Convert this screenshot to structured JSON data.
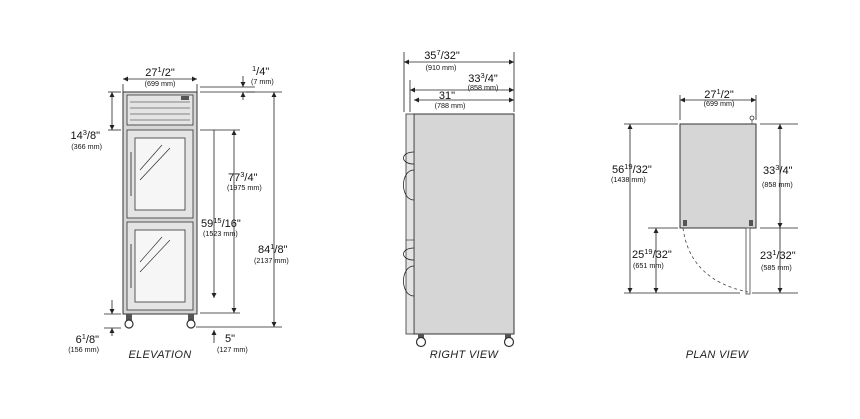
{
  "views": {
    "elevation": "ELEVATION",
    "right": "RIGHT VIEW",
    "plan": "PLAN VIEW"
  },
  "elevation_dims": {
    "width": {
      "main": "27",
      "sup": "1",
      "frac": "/2\"",
      "sub": "(699 mm)"
    },
    "top_gap": {
      "main": "",
      "sup": "1",
      "frac": "/4\"",
      "sub": "(7 mm)"
    },
    "upper": {
      "main": "14",
      "sup": "3",
      "frac": "/8\"",
      "sub": "(366 mm)"
    },
    "height_a": {
      "main": "77",
      "sup": "3",
      "frac": "/4\"",
      "sub": "(1975 mm)"
    },
    "height_b": {
      "main": "59",
      "sup": "15",
      "frac": "/16\"",
      "sub": "(1523 mm)"
    },
    "overall": {
      "main": "84",
      "sup": "1",
      "frac": "/8\"",
      "sub": "(2137 mm)"
    },
    "base": {
      "main": "6",
      "sup": "1",
      "frac": "/8\"",
      "sub": "(156 mm)"
    },
    "caster": {
      "main": "5\"",
      "sup": "",
      "frac": "",
      "sub": "(127 mm)"
    }
  },
  "right_dims": {
    "depth_total": {
      "main": "35",
      "sup": "7",
      "frac": "/32\"",
      "sub": "(910 mm)"
    },
    "depth_body": {
      "main": "33",
      "sup": "3",
      "frac": "/4\"",
      "sub": "(858 mm)"
    },
    "depth_inner": {
      "main": "31\"",
      "sup": "",
      "frac": "",
      "sub": "(788 mm)"
    }
  },
  "plan_dims": {
    "width": {
      "main": "27",
      "sup": "1",
      "frac": "/2\"",
      "sub": "(699 mm)"
    },
    "swing": {
      "main": "56",
      "sup": "19",
      "frac": "/32\"",
      "sub": "(1438 mm)"
    },
    "depth": {
      "main": "33",
      "sup": "3",
      "frac": "/4\"",
      "sub": "(858 mm)"
    },
    "door": {
      "main": "25",
      "sup": "19",
      "frac": "/32\"",
      "sub": "(651 mm)"
    },
    "clearance": {
      "main": "23",
      "sup": "1",
      "frac": "/32\"",
      "sub": "(585 mm)"
    }
  }
}
